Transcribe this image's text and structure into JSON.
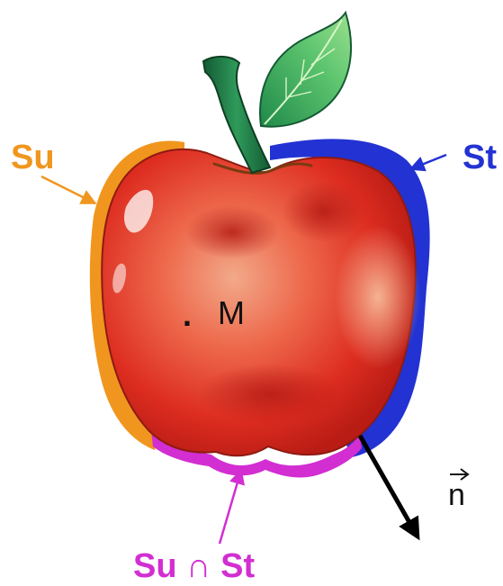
{
  "labels": {
    "su": "Su",
    "st": "St",
    "point": "M",
    "dot": ".",
    "intersection": "Su ∩ St",
    "normal": "n"
  },
  "colors": {
    "su": "#F0961E",
    "st": "#2332D2",
    "intersection": "#D22ED2",
    "apple": "#D8291E",
    "leaf": "#3BAA55",
    "stem": "#1F7A4A",
    "normal_arrow": "#000000"
  }
}
